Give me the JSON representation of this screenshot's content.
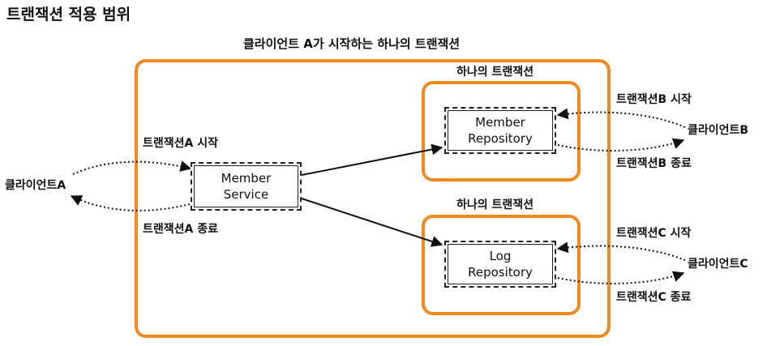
{
  "page_title": "트랜잭션 적용 범위",
  "outer_scope_title": "클라이언트 A가 시작하는 하나의 트랜잭션",
  "clients": {
    "a": "클라이언트A",
    "b": "클라이언트B",
    "c": "클라이언트C"
  },
  "transactions": {
    "a_start": "트랜잭션A 시작",
    "a_end": "트랜잭션A 종료",
    "b_start": "트랜잭션B 시작",
    "b_end": "트랜잭션B 종료",
    "c_start": "트랜잭션C 시작",
    "c_end": "트랜잭션C 종료"
  },
  "inner_scopes": {
    "repo_scope_title": "하나의 트랜잭션",
    "log_scope_title": "하나의 트랜잭션"
  },
  "components": {
    "member_service": [
      "Member",
      "Service"
    ],
    "member_repository": [
      "Member",
      "Repository"
    ],
    "log_repository": [
      "Log",
      "Repository"
    ]
  },
  "colors": {
    "scope_border": "#f0891e",
    "line": "#111111"
  }
}
